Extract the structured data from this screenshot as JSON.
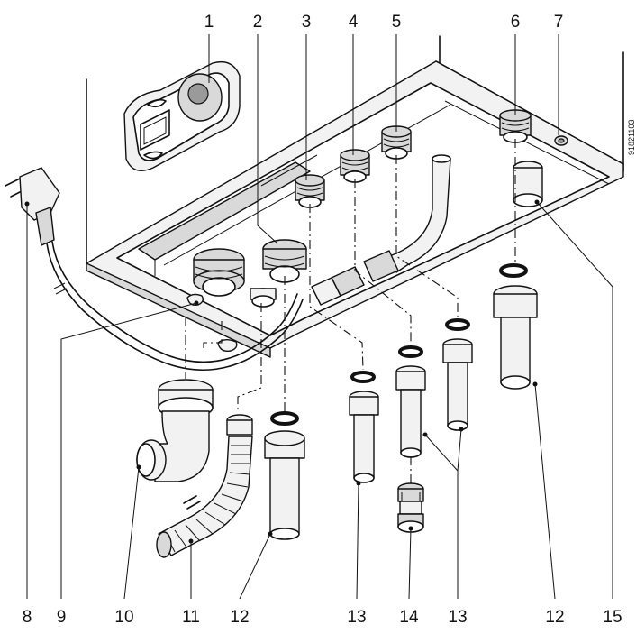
{
  "callouts": {
    "top": [
      "1",
      "2",
      "3",
      "4",
      "5",
      "6",
      "7"
    ],
    "bottom": [
      "8",
      "9",
      "10",
      "11",
      "12",
      "13",
      "14",
      "13",
      "12",
      "15"
    ]
  },
  "doc_code": "91821103"
}
